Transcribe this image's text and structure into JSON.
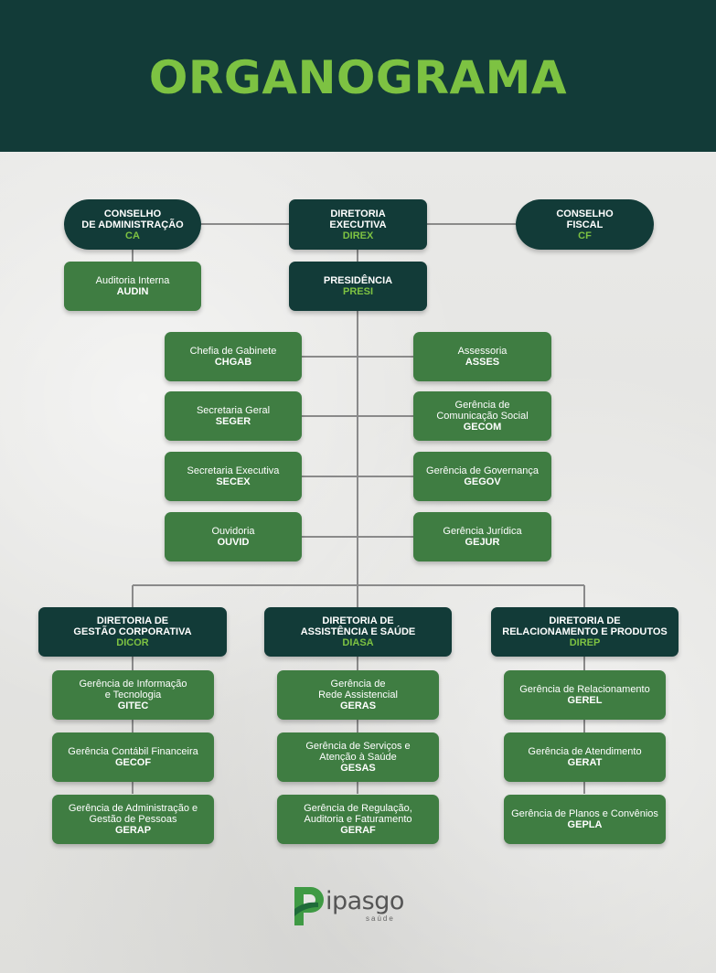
{
  "header": {
    "title": "ORGANOGRAMA"
  },
  "top": {
    "ca": {
      "lines": [
        "CONSELHO",
        "DE ADMINISTRAÇÃO"
      ],
      "code": "CA"
    },
    "direx": {
      "lines": [
        "DIRETORIA",
        "EXECUTIVA"
      ],
      "code": "DIREX"
    },
    "cf": {
      "lines": [
        "CONSELHO",
        "FISCAL"
      ],
      "code": "CF"
    },
    "audin": {
      "lines": [
        "Auditoria Interna"
      ],
      "code": "AUDIN"
    },
    "presi": {
      "lines": [
        "PRESIDÊNCIA"
      ],
      "code": "PRESI"
    }
  },
  "staff_left": [
    {
      "lines": [
        "Chefia de Gabinete"
      ],
      "code": "CHGAB"
    },
    {
      "lines": [
        "Secretaria Geral"
      ],
      "code": "SEGER"
    },
    {
      "lines": [
        "Secretaria Executiva"
      ],
      "code": "SECEX"
    },
    {
      "lines": [
        "Ouvidoria"
      ],
      "code": "OUVID"
    }
  ],
  "staff_right": [
    {
      "lines": [
        "Assessoria"
      ],
      "code": "ASSES"
    },
    {
      "lines": [
        "Gerência de",
        "Comunicação Social"
      ],
      "code": "GECOM"
    },
    {
      "lines": [
        "Gerência de Governança"
      ],
      "code": "GEGOV"
    },
    {
      "lines": [
        "Gerência Jurídica"
      ],
      "code": "GEJUR"
    }
  ],
  "directorates": [
    {
      "lines": [
        "DIRETORIA DE",
        "GESTÃO CORPORATIVA"
      ],
      "code": "DICOR",
      "units": [
        {
          "lines": [
            "Gerência de Informação",
            "e Tecnologia"
          ],
          "code": "GITEC"
        },
        {
          "lines": [
            "Gerência Contábil Financeira"
          ],
          "code": "GECOF"
        },
        {
          "lines": [
            "Gerência de Administração e",
            "Gestão de Pessoas"
          ],
          "code": "GERAP"
        }
      ]
    },
    {
      "lines": [
        "DIRETORIA DE",
        "ASSISTÊNCIA E SAÚDE"
      ],
      "code": "DIASA",
      "units": [
        {
          "lines": [
            "Gerência de",
            "Rede Assistencial"
          ],
          "code": "GERAS"
        },
        {
          "lines": [
            "Gerência de Serviços e",
            "Atenção à Saúde"
          ],
          "code": "GESAS"
        },
        {
          "lines": [
            "Gerência de Regulação,",
            "Auditoria e Faturamento"
          ],
          "code": "GERAF"
        }
      ]
    },
    {
      "lines": [
        "DIRETORIA DE",
        "RELACIONAMENTO E PRODUTOS"
      ],
      "code": "DIREP",
      "units": [
        {
          "lines": [
            "Gerência de Relacionamento"
          ],
          "code": "GEREL"
        },
        {
          "lines": [
            "Gerência de Atendimento"
          ],
          "code": "GERAT"
        },
        {
          "lines": [
            "Gerência de Planos e Convênios"
          ],
          "code": "GEPLA"
        }
      ]
    }
  ],
  "logo": {
    "word": "ipasgo",
    "sub": "saúde"
  },
  "colors": {
    "dark": "#123b38",
    "green": "#3f7d42",
    "accent": "#7dc242",
    "line": "#8a8a8a"
  }
}
